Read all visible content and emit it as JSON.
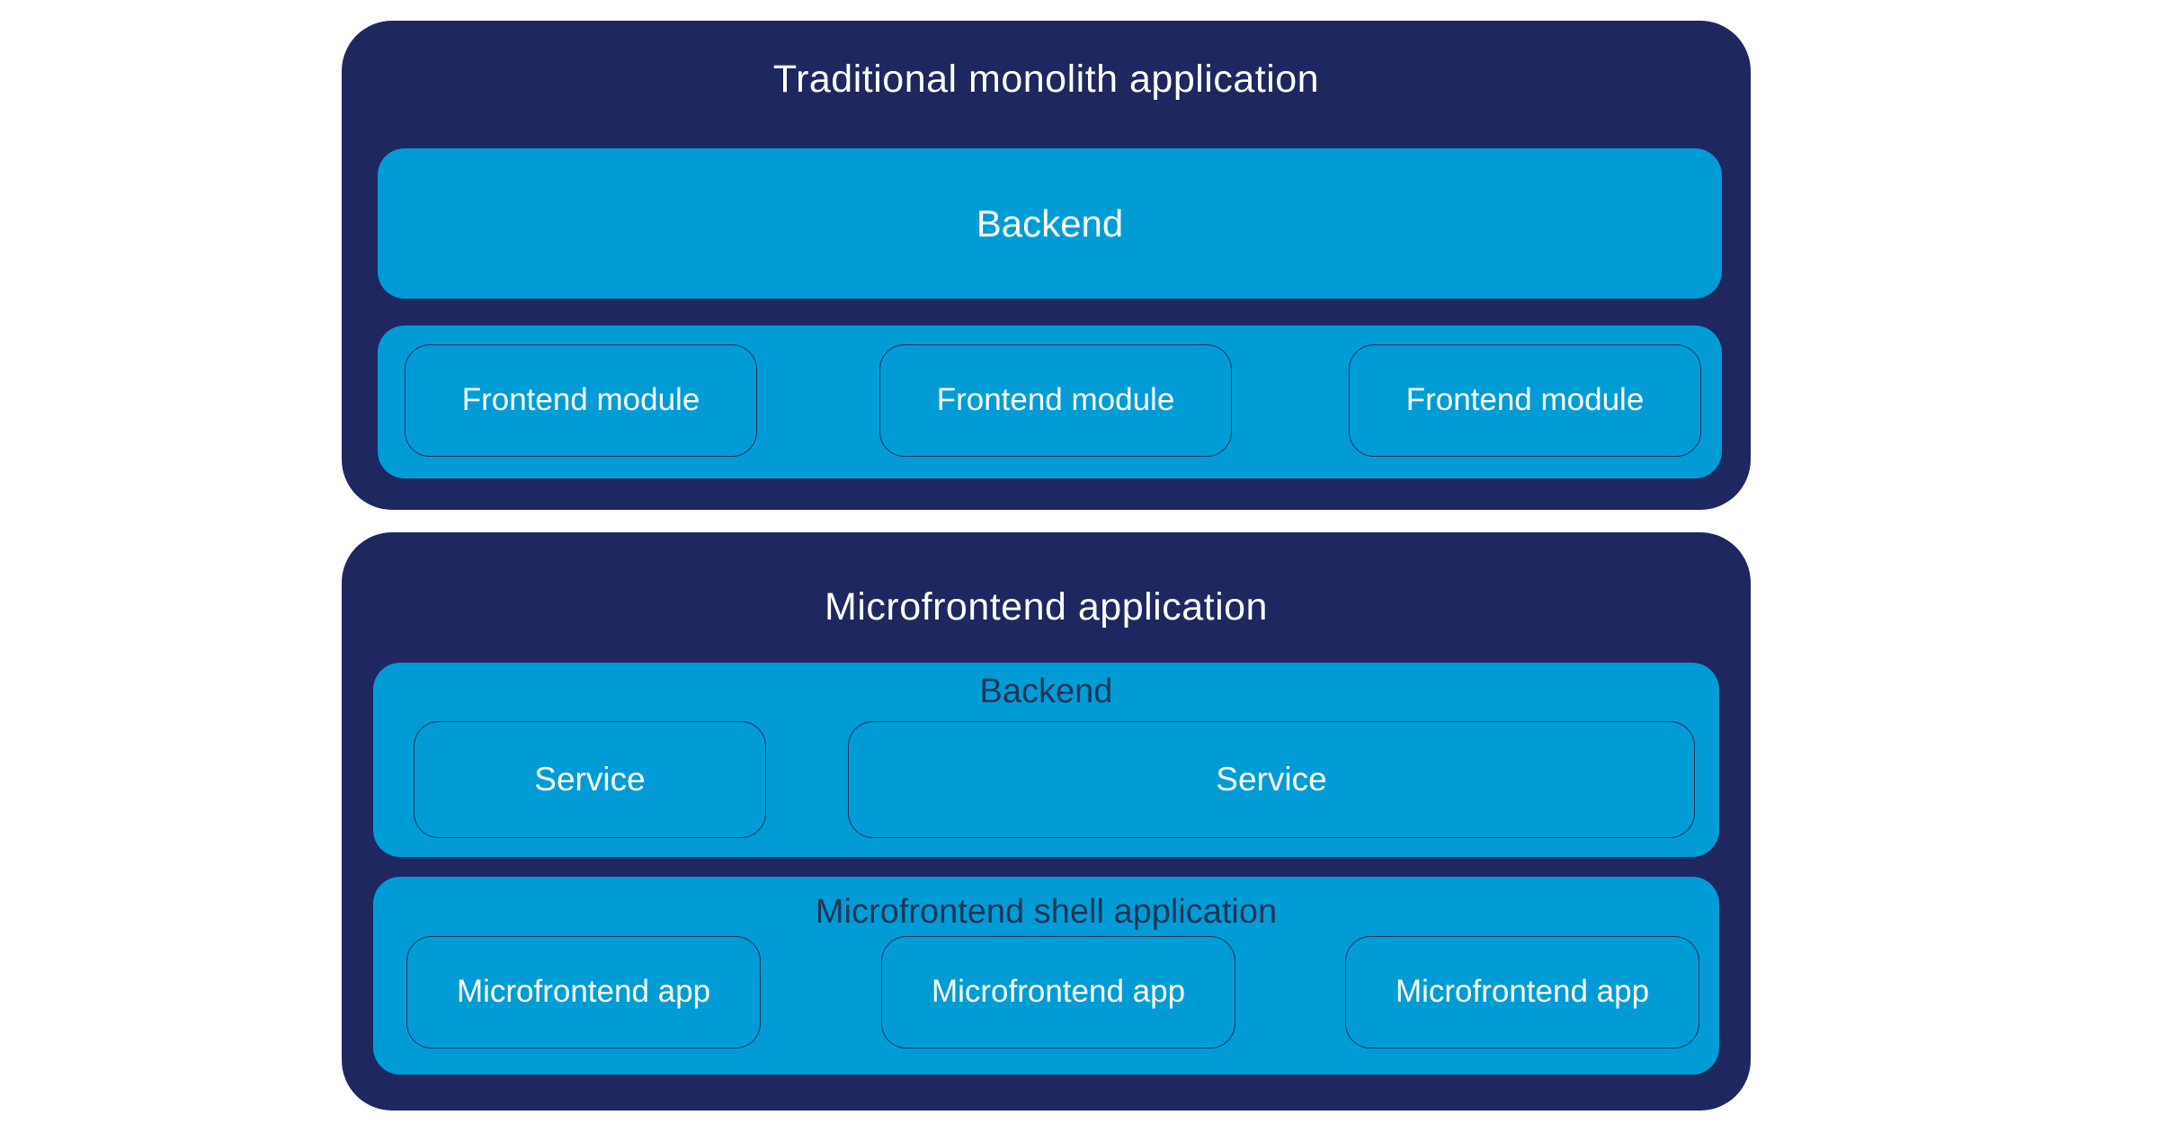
{
  "colors": {
    "background": "#FFFFFF",
    "panel_navy": "#1E2760",
    "box_cyan": "#019CD6",
    "light_text": "#FFFFFF",
    "dark_text": "#1F3555",
    "box_border": "#1E2F55"
  },
  "monolith": {
    "title": "Traditional monolith application",
    "backend_label": "Backend",
    "frontend_modules": [
      "Frontend module",
      "Frontend module",
      "Frontend module"
    ]
  },
  "microfrontend": {
    "title": "Microfrontend application",
    "backend": {
      "label": "Backend",
      "services": [
        "Service",
        "Service"
      ]
    },
    "shell": {
      "label": "Microfrontend shell application",
      "apps": [
        "Microfrontend app",
        "Microfrontend app",
        "Microfrontend app"
      ]
    }
  }
}
